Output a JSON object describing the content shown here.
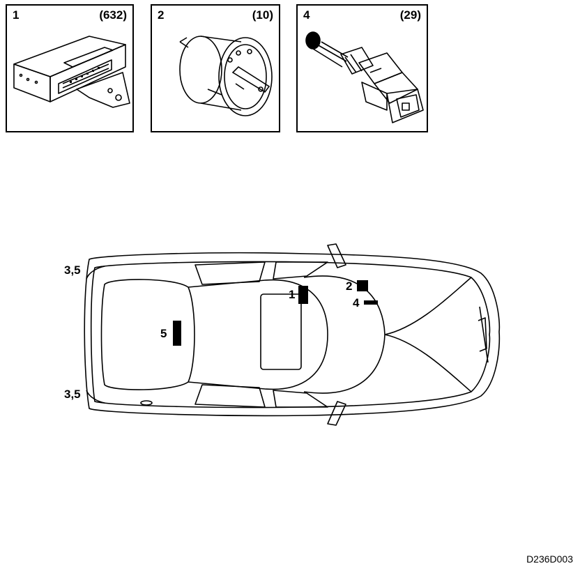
{
  "panels": [
    {
      "number": "1",
      "quantity": "(632)",
      "part_icon": "control-unit-icon"
    },
    {
      "number": "2",
      "quantity": "(10)",
      "part_icon": "rotary-switch-icon"
    },
    {
      "number": "4",
      "quantity": "(29)",
      "part_icon": "plunger-switch-icon"
    }
  ],
  "callouts": {
    "rear_left": "3,5",
    "rear_right": "3,5",
    "rear_center": "5",
    "item_1": "1",
    "item_2": "2",
    "item_4": "4"
  },
  "drawing_code": "D236D003"
}
